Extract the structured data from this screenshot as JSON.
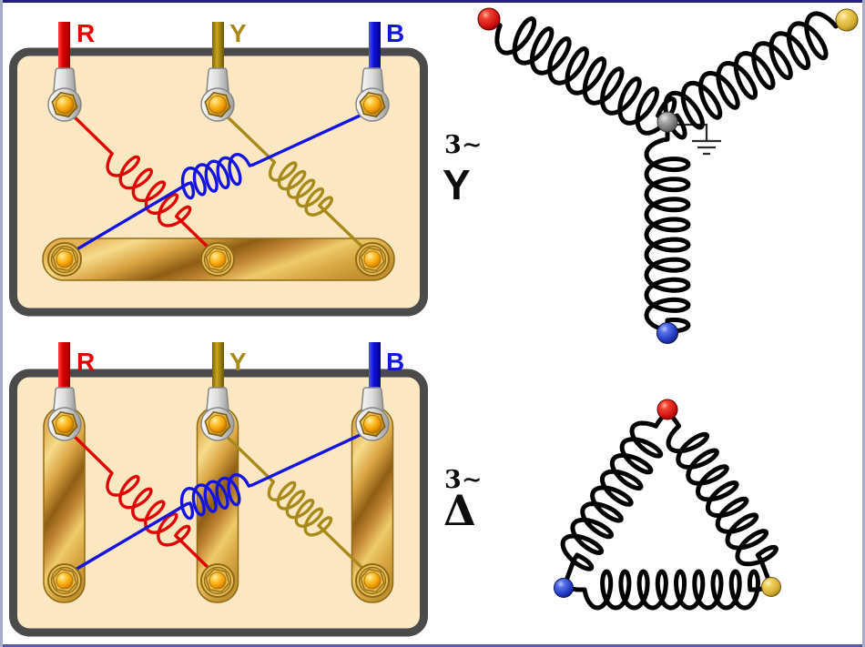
{
  "labels": {
    "phases": {
      "r": "R",
      "y": "Y",
      "b": "B"
    },
    "wye": {
      "phase_count": "3∼",
      "symbol": "Y"
    },
    "delta": {
      "phase_count": "3∼",
      "symbol": "Δ"
    }
  },
  "colors": {
    "phase_r": "#E10000",
    "phase_y": "#A78A19",
    "phase_b": "#1414E0",
    "winding": "#000000",
    "box_fill": "#FBE7C1",
    "box_border": "#4A4A4A",
    "busbar_gold": "#D9A845",
    "neutral_node": "#8A8A8A",
    "ball_red": "#D42020",
    "ball_yellow": "#E2C04C",
    "ball_blue": "#2F4FC8",
    "frame_top": "#24247D",
    "frame_bottom": "#5A5AAB",
    "frame_side": "#A6ADC9"
  }
}
